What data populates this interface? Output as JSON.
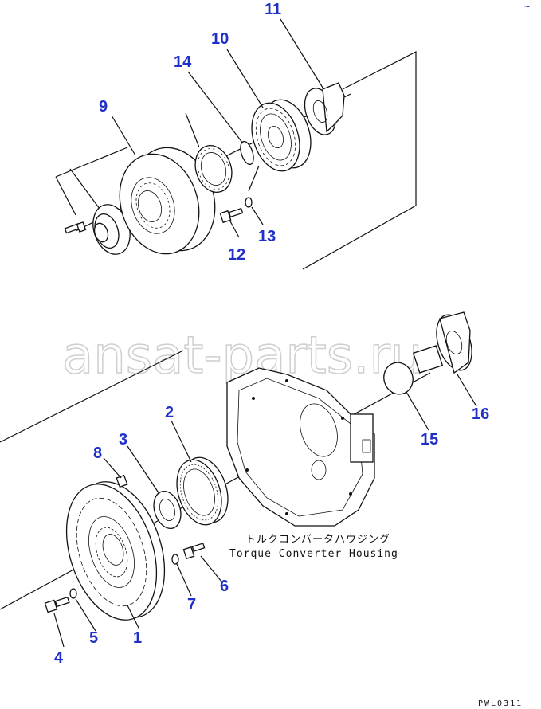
{
  "watermark": "ansat-parts.ru",
  "housing_caption": {
    "japanese": "トルクコンバータハウジング",
    "english": "Torque Converter Housing"
  },
  "drawing_code": "PWL0311",
  "corner_mark": "~",
  "callouts": {
    "c1": "1",
    "c2": "2",
    "c3": "3",
    "c4": "4",
    "c5": "5",
    "c6": "6",
    "c7": "7",
    "c8": "8",
    "c9": "9",
    "c10": "10",
    "c11": "11",
    "c12": "12",
    "c13": "13",
    "c14": "14",
    "c15": "15",
    "c16": "16"
  },
  "colors": {
    "callout": "#1f2fc8",
    "line": "#111111",
    "watermark": "#cfcfcf"
  }
}
